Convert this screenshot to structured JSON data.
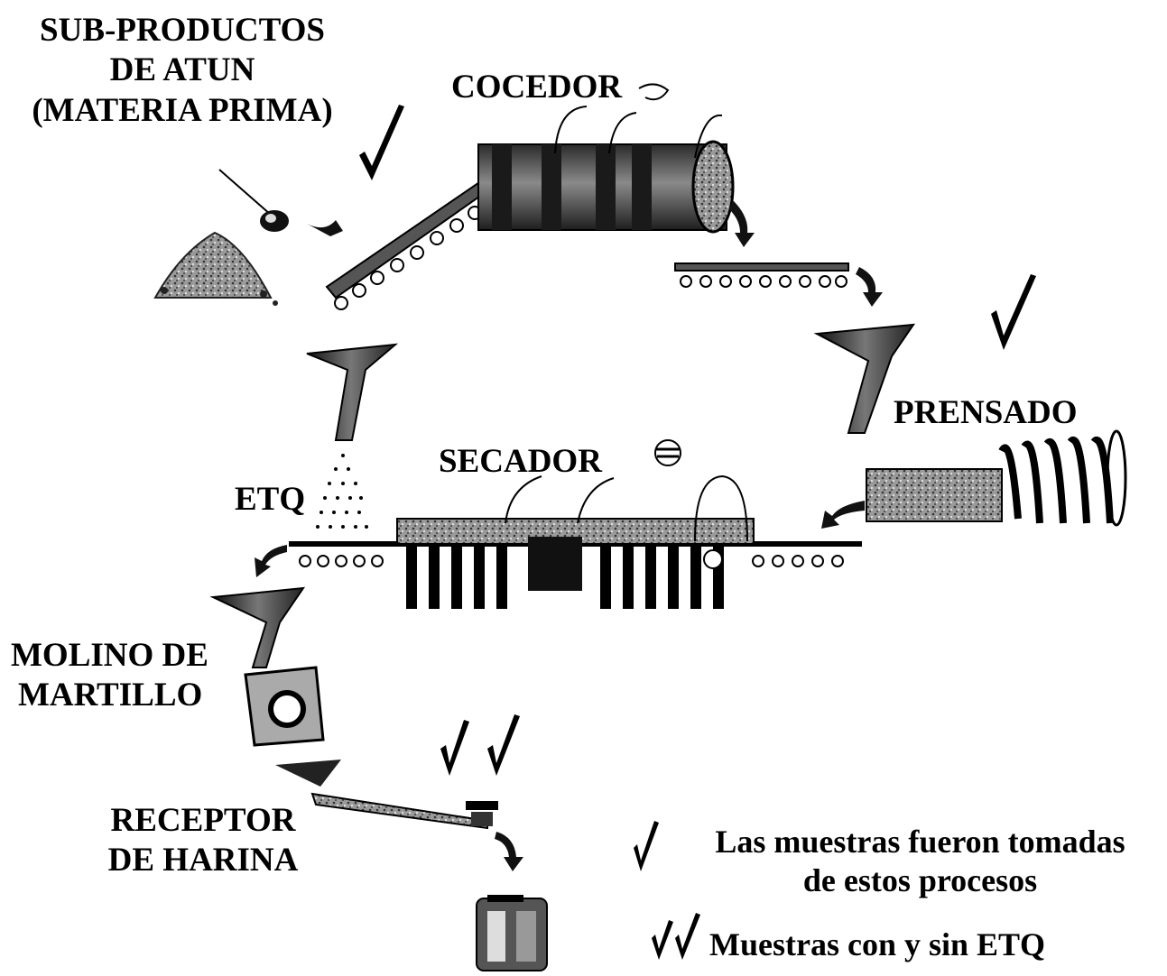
{
  "labels": {
    "raw_material": [
      "SUB-PRODUCTOS",
      "DE ATUN",
      "(MATERIA PRIMA)"
    ],
    "cooker": "COCEDOR",
    "press": "PRENSADO",
    "dryer": "SECADOR",
    "antioxidant": "ETQ",
    "mill": [
      "MOLINO DE",
      "MARTILLO"
    ],
    "receiver": [
      "RECEPTOR",
      "DE HARINA"
    ]
  },
  "legend": {
    "single_check": [
      "Las muestras fueron tomadas",
      "de estos procesos"
    ],
    "double_check": "Muestras con y sin ETQ"
  },
  "icons": {
    "check": "check-mark-icon",
    "arrow": "flow-arrow-icon",
    "operator": "operator-head-icon"
  },
  "colors": {
    "ink": "#000000",
    "machine_dark": "#1a1a1a",
    "machine_mid": "#666666",
    "machine_light": "#b5b5b5"
  }
}
